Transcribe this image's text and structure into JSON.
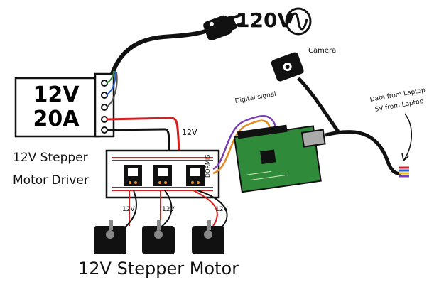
{
  "power": {
    "voltage_label": "120V",
    "ac_symbol": "~"
  },
  "psu": {
    "line1": "12V",
    "line2": "20A"
  },
  "driver": {
    "label_line1": "12V Stepper",
    "label_line2": "Motor Driver",
    "side_text": "DORMIS"
  },
  "wires": {
    "driver_supply": "12V",
    "motor1": "12V",
    "motor2": "12V",
    "motor3": "12V",
    "signal": "Digital signal"
  },
  "camera": {
    "label": "Camera"
  },
  "laptop_note": {
    "line1": "Data from Laptop",
    "line2": "5V from Laptop"
  },
  "motors": {
    "label": "12V Stepper Motor"
  },
  "colors": {
    "red_wire": "#d62020",
    "board_green": "#2f8a3a",
    "purple_wire": "#7a3fb5",
    "orange_wire": "#e58a1f"
  }
}
